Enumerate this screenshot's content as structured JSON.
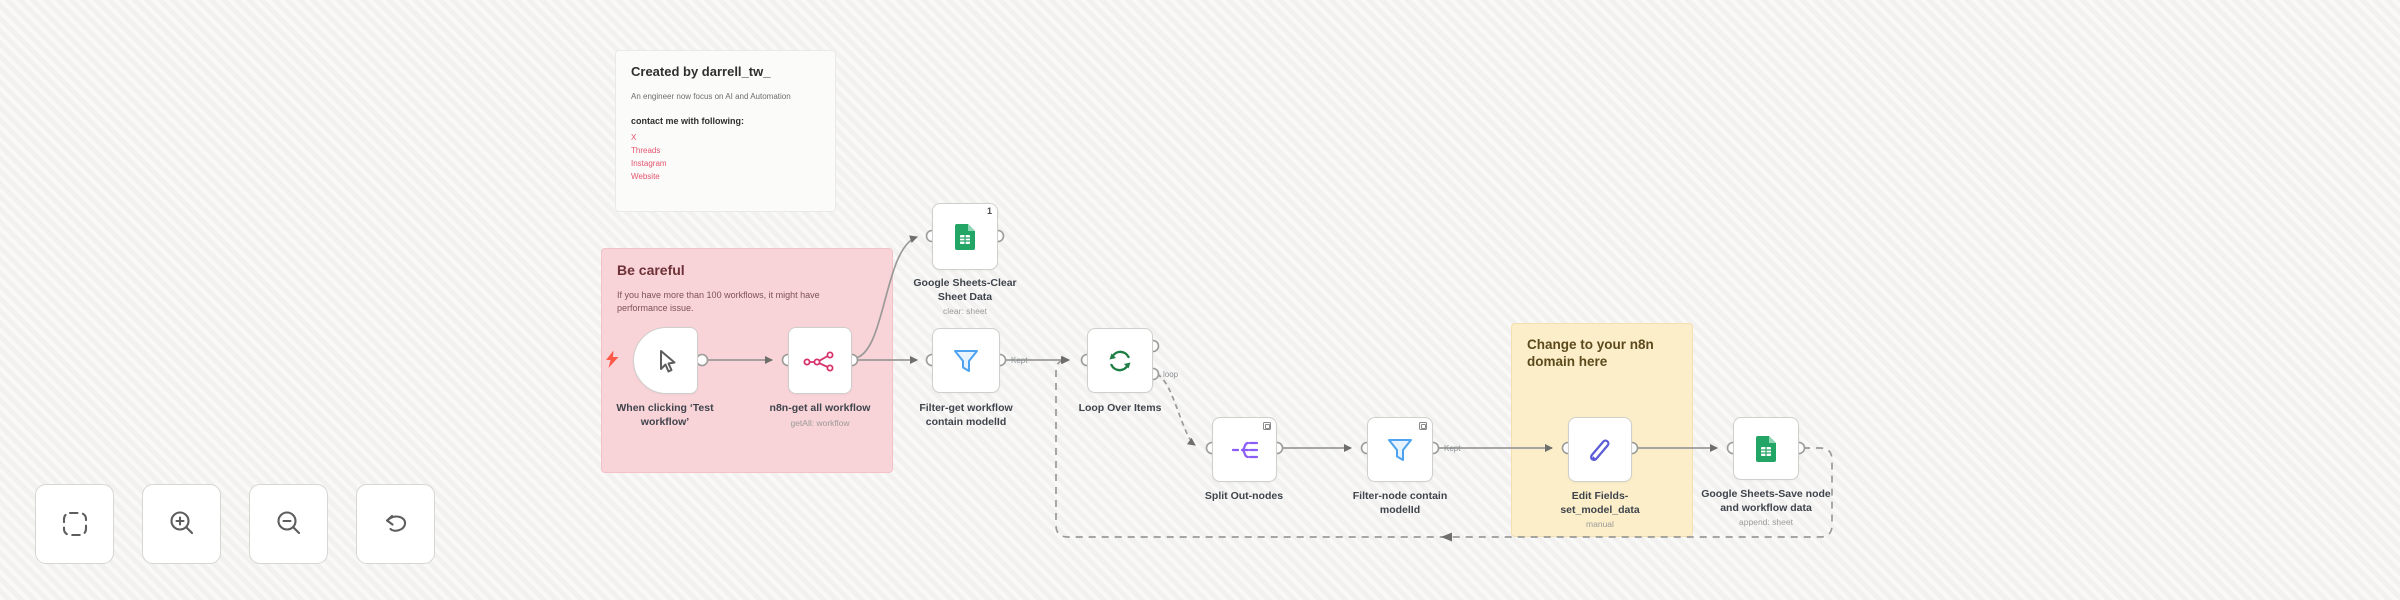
{
  "app": {
    "name": "n8n workflow canvas"
  },
  "colors": {
    "brand_pink": "#d6336c",
    "sticky_pink": "#f8d3d8",
    "sticky_yellow": "#fbeec9",
    "link_red": "#e4556e",
    "sheets_green": "#23a566",
    "filter_blue": "#4ea3f0",
    "loop_green": "#1e7e45",
    "split_purple": "#8b5cf6",
    "edit_indigo": "#5b5bd6",
    "wire_gray": "#9a9a98"
  },
  "notes": {
    "creator": {
      "title": "Created by darrell_tw_",
      "body": "An engineer now focus on AI and Automation",
      "contact_heading": "contact me with following:",
      "links": [
        "X",
        "Threads",
        "Instagram",
        "Website"
      ]
    },
    "warning": {
      "title": "Be careful",
      "body": "If you have more than 100 workflows, it might have performance issue."
    },
    "domain": {
      "title": "Change to your n8n domain here"
    }
  },
  "nodes": [
    {
      "id": "manual-trigger",
      "label": "When clicking ‘Test workflow’"
    },
    {
      "id": "n8n-get-all-workflow",
      "label": "n8n-get all workflow",
      "sublabel": "getAll: workflow"
    },
    {
      "id": "google-sheets-clear",
      "label": "Google Sheets-Clear Sheet Data",
      "sublabel": "clear: sheet",
      "badge": "1"
    },
    {
      "id": "filter-get-workflow",
      "label": "Filter-get workflow contain modelId",
      "output_label": "Kept"
    },
    {
      "id": "loop-over-items",
      "label": "Loop Over Items",
      "output_label": "loop"
    },
    {
      "id": "split-out-nodes",
      "label": "Split Out-nodes"
    },
    {
      "id": "filter-node-contain",
      "label": "Filter-node contain modelId",
      "output_label": "Kept"
    },
    {
      "id": "edit-fields",
      "label": "Edit Fields-set_model_data",
      "sublabel": "manual"
    },
    {
      "id": "google-sheets-save",
      "label": "Google Sheets-Save node and workflow data",
      "sublabel": "append: sheet"
    }
  ],
  "controls": {
    "buttons": [
      {
        "id": "zoom-to-fit"
      },
      {
        "id": "zoom-in"
      },
      {
        "id": "zoom-out"
      },
      {
        "id": "undo"
      }
    ]
  }
}
